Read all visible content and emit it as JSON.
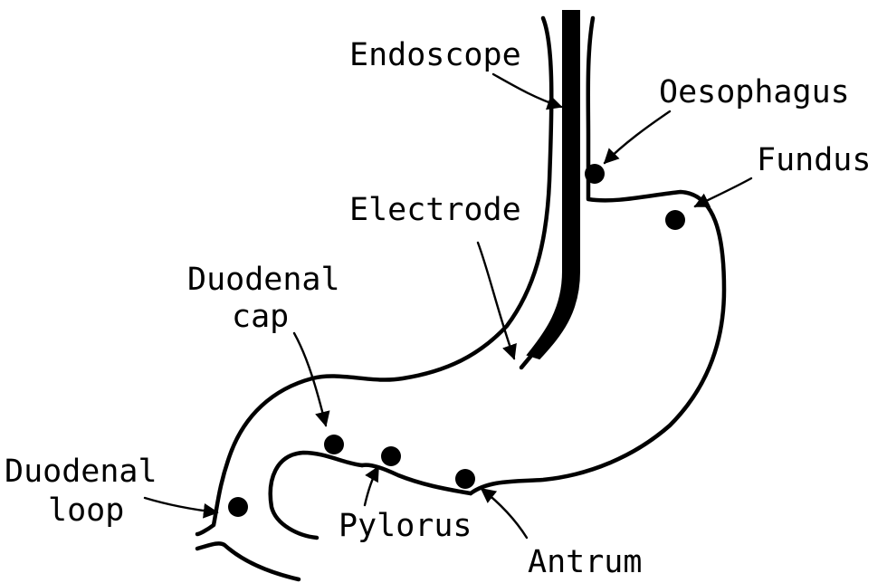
{
  "labels": {
    "endoscope": "Endoscope",
    "oesophagus": "Oesophagus",
    "fundus": "Fundus",
    "electrode": "Electrode",
    "duodenal_cap": [
      "Duodenal",
      "cap"
    ],
    "duodenal_loop": [
      "Duodenal",
      "loop"
    ],
    "pylorus": "Pylorus",
    "antrum": "Antrum"
  },
  "colors": {
    "ink": "#000000",
    "background": "#ffffff"
  }
}
